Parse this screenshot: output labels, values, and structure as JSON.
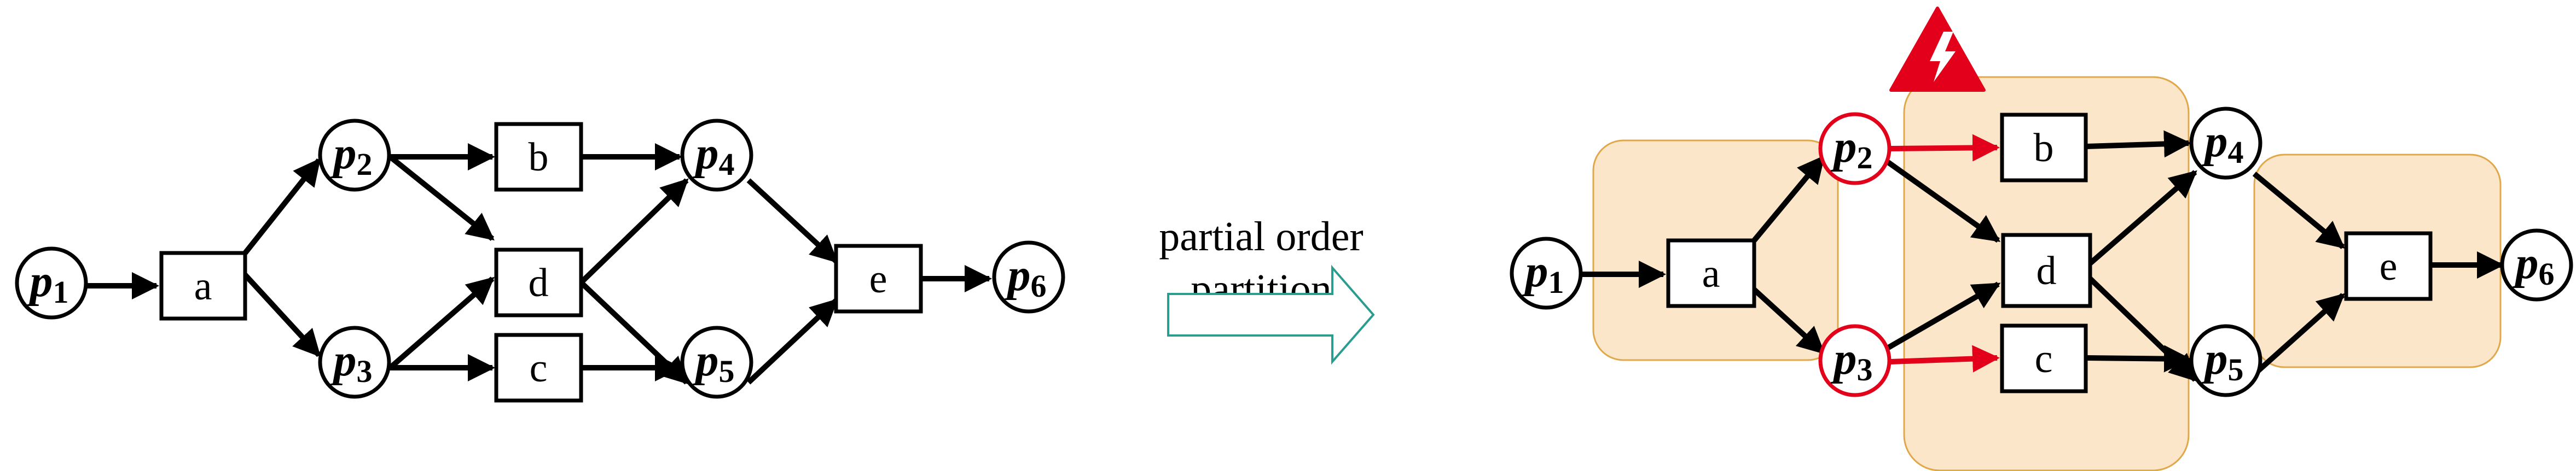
{
  "left_net": {
    "transitions": [
      "a",
      "b",
      "c",
      "d",
      "e"
    ],
    "places": [
      {
        "base": "p",
        "sub": "1"
      },
      {
        "base": "p",
        "sub": "2"
      },
      {
        "base": "p",
        "sub": "3"
      },
      {
        "base": "p",
        "sub": "4"
      },
      {
        "base": "p",
        "sub": "5"
      },
      {
        "base": "p",
        "sub": "6"
      }
    ]
  },
  "middle": {
    "caption_line1": "partial order",
    "caption_line2": "partition",
    "arrow_color": "#2a9d8f"
  },
  "right_net": {
    "transitions": [
      "a",
      "b",
      "c",
      "d",
      "e"
    ],
    "places": [
      {
        "base": "p",
        "sub": "1"
      },
      {
        "base": "p",
        "sub": "2"
      },
      {
        "base": "p",
        "sub": "3"
      },
      {
        "base": "p",
        "sub": "4"
      },
      {
        "base": "p",
        "sub": "5"
      },
      {
        "base": "p",
        "sub": "6"
      }
    ],
    "highlighted_places": [
      "p2",
      "p3"
    ],
    "highlight_color": "#e3001b",
    "partition_fill": "#fbe6c9",
    "partition_stroke": "#e0a84a",
    "warning_icon": "lightning-warning-icon"
  }
}
